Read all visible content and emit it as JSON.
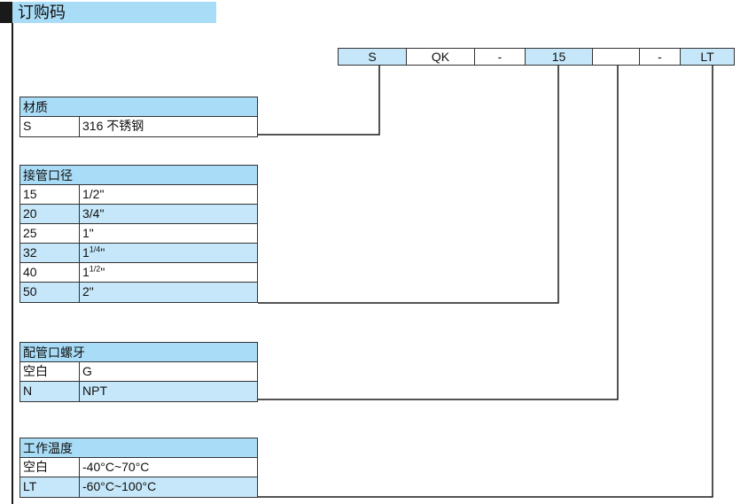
{
  "title": "订购码",
  "code_segments": [
    {
      "text": "S",
      "filled": true
    },
    {
      "text": "QK",
      "filled": false
    },
    {
      "text": "-",
      "filled": false
    },
    {
      "text": "15",
      "filled": true
    },
    {
      "text": "",
      "filled": false
    },
    {
      "text": "-",
      "filled": false
    },
    {
      "text": "LT",
      "filled": true
    }
  ],
  "tables": {
    "material": {
      "header": "材质",
      "rows": [
        {
          "code": "S",
          "desc": "316 不锈钢"
        }
      ]
    },
    "port_size": {
      "header": "接管口径",
      "rows": [
        {
          "code": "15",
          "desc": "1/2\""
        },
        {
          "code": "20",
          "desc": "3/4\""
        },
        {
          "code": "25",
          "desc": "1\""
        },
        {
          "code": "32",
          "desc_main": "1",
          "desc_sup": "1/4",
          "desc_tail": "\""
        },
        {
          "code": "40",
          "desc_main": "1",
          "desc_sup": "1/2",
          "desc_tail": "\""
        },
        {
          "code": "50",
          "desc": "2\""
        }
      ]
    },
    "thread": {
      "header": "配管口螺牙",
      "rows": [
        {
          "code": "空白",
          "desc": "G"
        },
        {
          "code": "N",
          "desc": "NPT"
        }
      ]
    },
    "temperature": {
      "header": "工作温度",
      "rows": [
        {
          "code": "空白",
          "desc": "-40°C~70°C"
        },
        {
          "code": "LT",
          "desc": "-60°C~100°C"
        }
      ]
    }
  }
}
